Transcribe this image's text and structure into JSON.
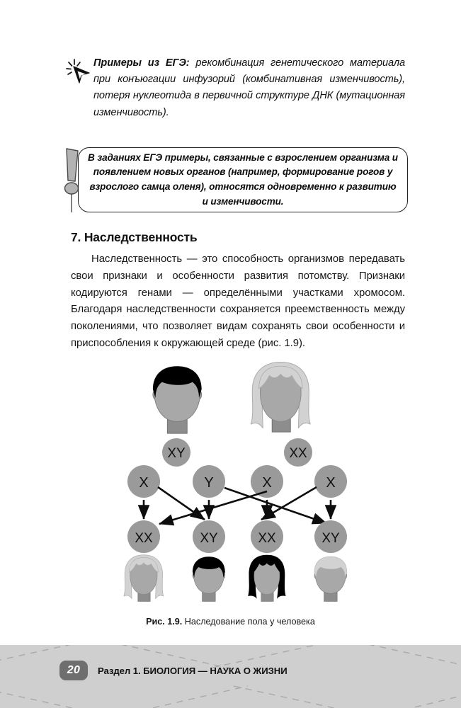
{
  "ege_example": {
    "icon": "sparkle-cursor-icon",
    "lead_label": "Примеры из ЕГЭ:",
    "body": " рекомбинация генетического материала при конъюгации инфузорий (комбинативная изменчивость), потеря нуклеотида в первичной структуре ДНК (мутационная изменчивость)."
  },
  "callout": {
    "icon": "exclamation-mark-icon",
    "text": "В заданиях ЕГЭ примеры, связанные с взрослением организма и появлением новых органов (например, формирование рогов у взрослого самца оленя), относятся одновременно к развитию и изменчивости."
  },
  "section": {
    "heading": "7. Наследственность",
    "paragraph": "Наследственность — это способность организмов передавать свои признаки и особенности развития потомству. Признаки кодируются генами — определёнными участками хромосом. Благодаря наследственности сохраняется преемственность между поколениями, что позволяет видам сохранять свои особенности и приспособления к окружающей среде (рис. 1.9)."
  },
  "figure": {
    "caption_number": "Рис. 1.9.",
    "caption_text": " Наследование пола у человека",
    "diagram": {
      "type": "punnett-inheritance-diagram",
      "parents": [
        {
          "name": "father",
          "figure": "male-dark-hair",
          "genotype": "XY"
        },
        {
          "name": "mother",
          "figure": "female-light-long-hair",
          "genotype": "XX"
        }
      ],
      "gametes": [
        "X",
        "Y",
        "X",
        "X"
      ],
      "offspring_genotypes": [
        "XX",
        "XY",
        "XX",
        "XY"
      ],
      "children": [
        {
          "figure": "female-light-hair",
          "genotype": "XX"
        },
        {
          "figure": "male-dark-hair",
          "genotype": "XY"
        },
        {
          "figure": "female-black-hair",
          "genotype": "XX"
        },
        {
          "figure": "male-light-hair",
          "genotype": "XY"
        }
      ],
      "colors": {
        "circle_fill": "#9a9a9a",
        "skin": "#a8a8a8",
        "hair_dark": "#000000",
        "hair_light": "#d2d2d2",
        "neck": "#8d8d8d",
        "arrow": "#0d0d0d"
      }
    }
  },
  "footer": {
    "page_number": "20",
    "running_title": "Раздел 1. БИОЛОГИЯ — НАУКА О ЖИЗНИ",
    "band_color": "#cfcfcf",
    "badge_color": "#6e6e6e"
  }
}
